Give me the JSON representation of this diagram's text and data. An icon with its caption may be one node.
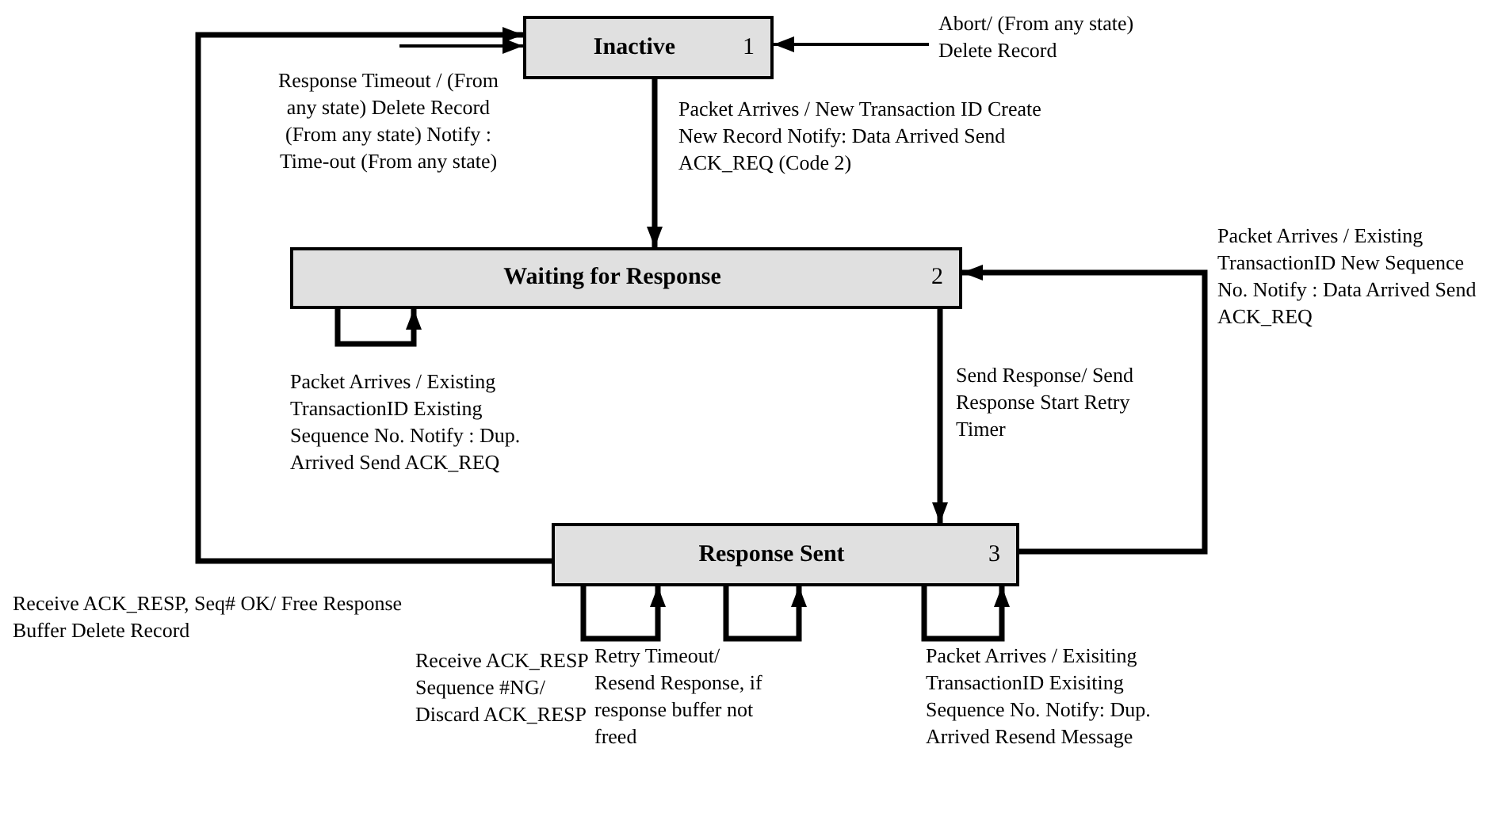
{
  "diagram": {
    "nodes": [
      {
        "text": [
          "Inactive",
          "1"
        ]
      },
      {
        "text": [
          "Waiting for Response",
          "2"
        ]
      },
      {
        "text": [
          "Response Sent",
          "3"
        ]
      }
    ],
    "edges": [
      {
        "from": 2,
        "to": 0,
        "arrow": "to",
        "label": "Receive ACK_RESP, Seq# OK/ Free Response Buffer Delete Record"
      },
      {
        "from": null,
        "to": 0,
        "arrow": "to",
        "label": "Response Timeout / (From any state) Delete Record (From any state) Notify : Time-out (From any state)"
      },
      {
        "from": null,
        "to": 0,
        "arrow": "to",
        "label": "Abort/ (From any state) Delete Record"
      },
      {
        "from": 0,
        "to": 1,
        "arrow": "to",
        "label": "Packet Arrives / New Transaction ID Create New Record Notify: Data Arrived Send ACK_REQ (Code 2)"
      },
      {
        "from": 1,
        "to": 1,
        "arrow": "to",
        "label": "Packet Arrives / Existing TransactionID Existing Sequence No. Notify : Dup. Arrived Send ACK_REQ"
      },
      {
        "from": 1,
        "to": 2,
        "arrow": "to",
        "label": "Send Response/ Send Response Start Retry Timer"
      },
      {
        "from": 2,
        "to": 1,
        "arrow": "to",
        "label": "Packet Arrives / Existing TransactionID New Sequence No. Notify : Data Arrived Send ACK_REQ"
      },
      {
        "from": 2,
        "to": 2,
        "arrow": "to",
        "label": "Receive ACK_RESP Sequence #NG/ Discard ACK_RESP"
      },
      {
        "from": 2,
        "to": 2,
        "arrow": "to",
        "label": "Retry Timeout/ Resend Response, if response buffer not freed"
      },
      {
        "from": 2,
        "to": 2,
        "arrow": "to",
        "label": "Packet Arrives / Exisiting TransactionID Exisiting Sequence No. Notify: Dup. Arrived Resend Message"
      }
    ]
  }
}
